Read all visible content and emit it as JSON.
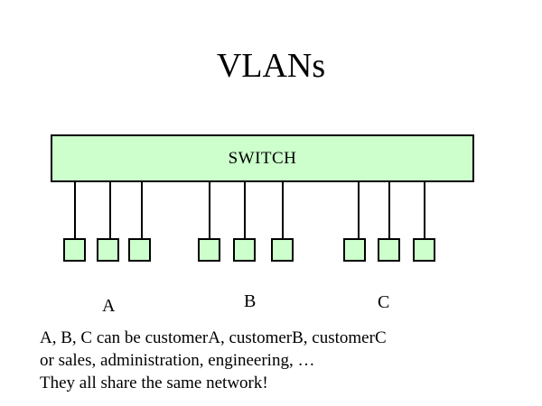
{
  "slide": {
    "title": "VLANs",
    "switch_label": "SWITCH",
    "groups": [
      {
        "label": "A",
        "device_count": 3
      },
      {
        "label": "B",
        "device_count": 3
      },
      {
        "label": "C",
        "device_count": 3
      }
    ],
    "caption_lines": [
      "A, B, C can be customerA, customerB, customerC",
      "or sales, administration, engineering, …",
      "They all share the same network!"
    ],
    "colors": {
      "background": "#ffffff",
      "node_fill": "#ccffcc",
      "node_border": "#000000",
      "text": "#000000"
    }
  }
}
